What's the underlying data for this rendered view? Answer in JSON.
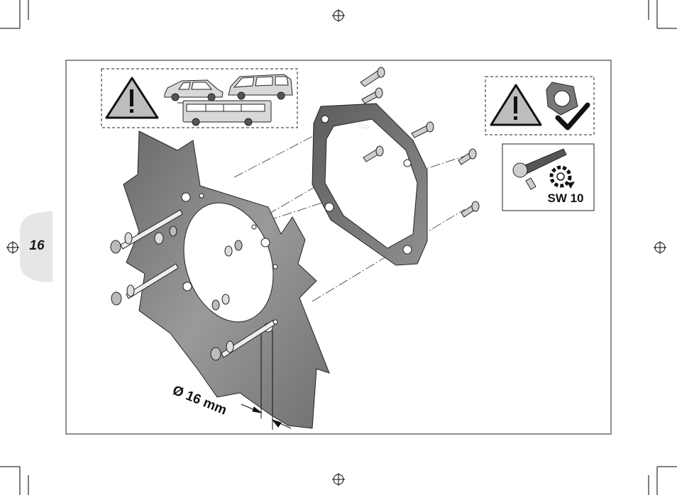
{
  "page_number": "16",
  "plate_label": "TOP",
  "tool_label": "SW 10",
  "dimension_label": "Ø 16 mm",
  "icons": {
    "warning_left": "warning-triangle-icon",
    "car": "car-icon",
    "van": "van-icon",
    "bus": "bus-icon",
    "warning_right": "warning-triangle-icon",
    "gasket": "gasket-icon",
    "check": "checkmark-icon",
    "ratchet": "ratchet-wrench-icon",
    "rotate": "rotate-tighten-icon",
    "registration": "registration-mark-icon"
  },
  "colors": {
    "metal": "#8a8a8a",
    "metal_dark": "#5e5e5e",
    "line": "#222222",
    "page_tab": "#e6e6e6"
  }
}
